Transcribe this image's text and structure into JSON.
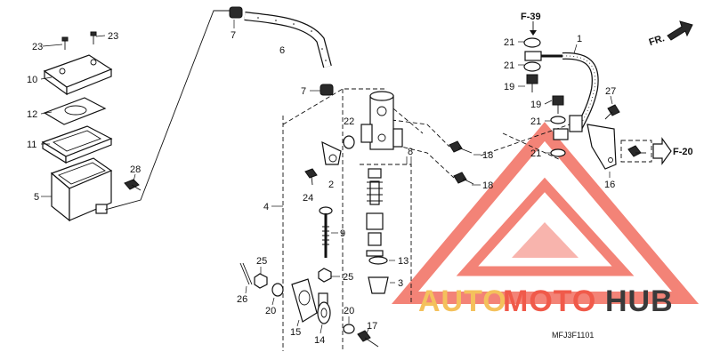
{
  "diagram": {
    "code": "MFJ3F1101",
    "direction_label": "FR.",
    "references": {
      "top": "F-39",
      "right": "F-20"
    },
    "part_labels": {
      "p1": "1",
      "p2": "2",
      "p3": "3",
      "p4": "4",
      "p5": "5",
      "p6": "6",
      "p7a": "7",
      "p7b": "7",
      "p8": "8",
      "p9": "9",
      "p10": "10",
      "p11": "11",
      "p12": "12",
      "p13": "13",
      "p14": "14",
      "p15": "15",
      "p16": "16",
      "p17": "17",
      "p18a": "18",
      "p18b": "18",
      "p19a": "19",
      "p19b": "19",
      "p20a": "20",
      "p20b": "20",
      "p21a": "21",
      "p21b": "21",
      "p21c": "21",
      "p21d": "21",
      "p22": "22",
      "p23a": "23",
      "p23b": "23",
      "p24": "24",
      "p25a": "25",
      "p25b": "25",
      "p26": "26",
      "p27": "27",
      "p28": "28"
    }
  },
  "watermark": {
    "part1": "AUTO",
    "part2": "MOTO",
    "part3": "HUB",
    "colors": {
      "gold": "#f4c15c",
      "red": "#f05a4a",
      "dark": "#3a3a3a"
    }
  }
}
